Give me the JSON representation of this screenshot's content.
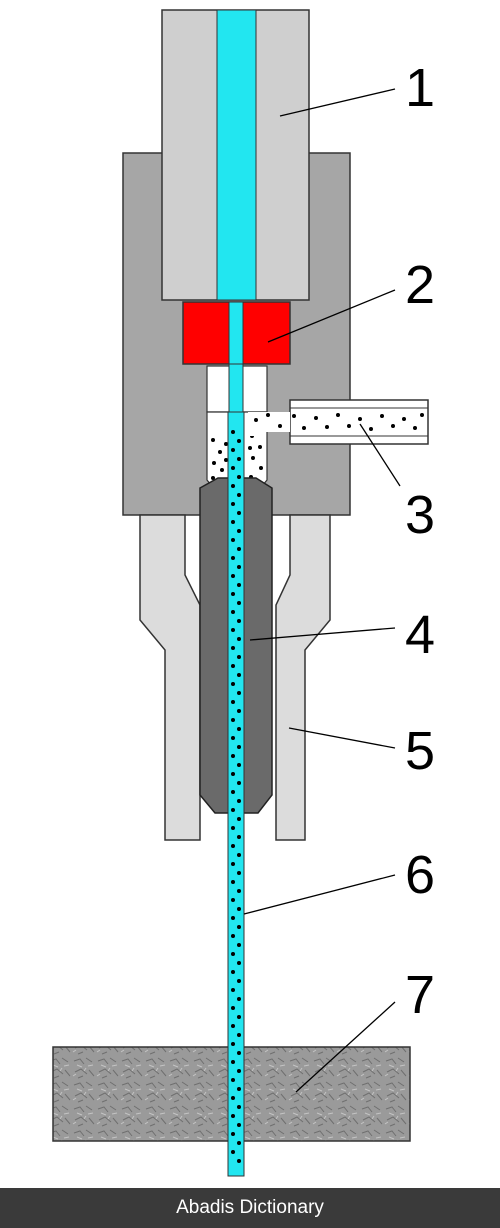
{
  "diagram": {
    "labels": [
      "1",
      "2",
      "3",
      "4",
      "5",
      "6",
      "7"
    ]
  },
  "colors": {
    "water": "#22e6f0",
    "red": "#ff0000",
    "light_gray": "#cfcfcf",
    "mid_gray": "#a6a6a6",
    "dark_gray": "#6a6a6a",
    "lighter_gray": "#dcdcdc",
    "stone": "#8f8f8f"
  },
  "footer": {
    "text": "Abadis Dictionary"
  }
}
